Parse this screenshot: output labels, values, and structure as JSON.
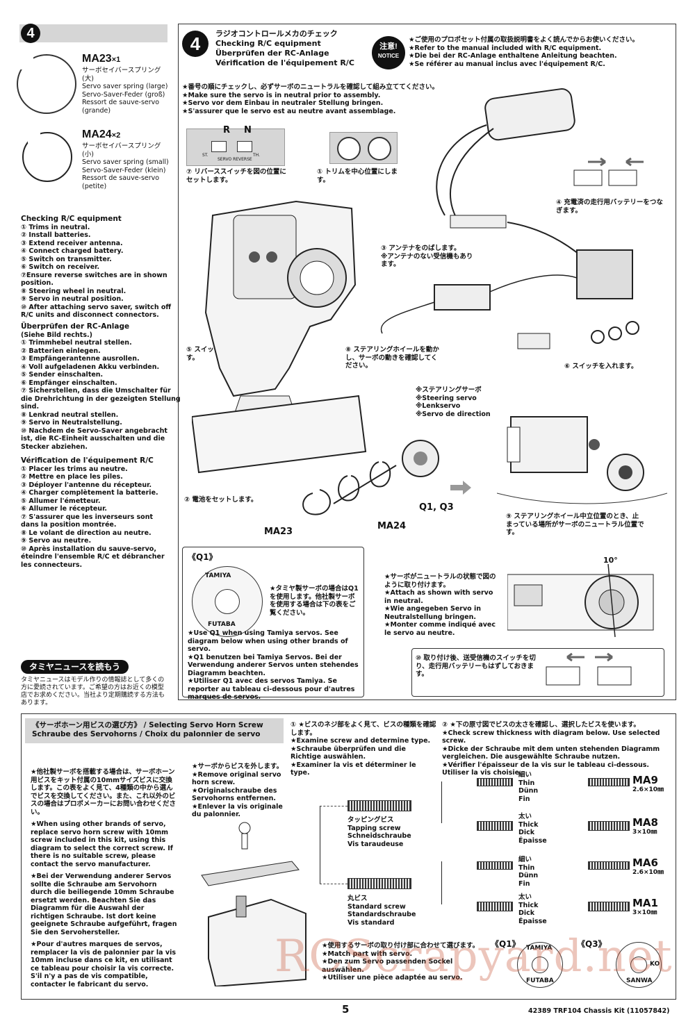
{
  "step": {
    "number": "4",
    "title_jp": "ラジオコントロールメカのチェック",
    "title_en": "Checking R/C equipment",
    "title_de": "Überprüfen der RC-Anlage",
    "title_fr": "Vérification de l'équipement R/C"
  },
  "notice": {
    "badge_top": "注意!",
    "badge_bottom": "NOTICE",
    "lines": [
      "★ご使用のプロポセット付属の取扱説明書をよく読んでからお使いください。",
      "★Refer to the manual included with R/C equipment.",
      "★Die bei der RC-Anlage enthaltene Anleitung beachten.",
      "★Se référer au manual inclus avec l'équipement R/C."
    ]
  },
  "parts": [
    {
      "code": "MA23",
      "qty": "×1",
      "jp": "サーボセイバースプリング (大)",
      "en": "Servo saver spring (large)",
      "de": "Servo-Saver-Feder (groß)",
      "fr": "Ressort de sauve-servo (grande)"
    },
    {
      "code": "MA24",
      "qty": "×2",
      "jp": "サーボセイバースプリング (小)",
      "en": "Servo saver spring (small)",
      "de": "Servo-Saver-Feder (klein)",
      "fr": "Ressort de sauve-servo (petite)"
    }
  ],
  "left_instructions": {
    "en_title": "Checking R/C equipment",
    "en": [
      "① Trims in neutral.",
      "② Install batteries.",
      "③ Extend receiver antenna.",
      "④ Connect charged battery.",
      "⑤ Switch on transmitter.",
      "⑥ Switch on receiver.",
      "⑦Ensure reverse switches are in shown",
      "position.",
      "⑧ Steering wheel in neutral.",
      "⑨ Servo in neutral position.",
      "⑩ After attaching servo saver, switch off",
      "R/C units and disconnect connectors."
    ],
    "de_title": "Überprüfen der RC-Anlage",
    "de": [
      "(Siehe Bild rechts.)",
      "① Trimmhebel neutral stellen.",
      "② Batterien einlegen.",
      "③ Empfängerantenne ausrollen.",
      "④ Voll aufgeladenen Akku verbinden.",
      "⑤ Sender einschalten.",
      "⑥ Empfänger einschalten.",
      "⑦ Sicherstellen, dass die Umschalter für",
      "die Drehrichtung in der gezeigten Stellung",
      "sind.",
      "⑧ Lenkrad neutral stellen.",
      "⑨ Servo in Neutralstellung.",
      "⑩ Nachdem de Servo-Saver angebracht",
      "ist, die RC-Einheit ausschalten und die",
      "Stecker abziehen."
    ],
    "fr_title": "Vérification de l'équipement R/C",
    "fr": [
      "① Placer les trims au neutre.",
      "② Mettre en place les piles.",
      "③ Déployer l'antenne du récepteur.",
      "④ Charger complètement la batterie.",
      "⑤ Allumer l'émetteur.",
      "⑥ Allumer le récepteur.",
      "⑦ S'assurer que les inverseurs sont",
      "dans la position montrée.",
      "⑧ Le volant de direction au neutre.",
      "⑨ Servo au neutre.",
      "⑩ Après installation du sauve-servo,",
      "éteindre l'ensemble R/C et débrancher",
      "les connecteurs."
    ]
  },
  "tamiya_news": {
    "title": "タミヤニュースを読もう",
    "body": "タミヤニュースはモデル作りの情報誌として多くの方に愛読されています。ご希望の方はお近くの模型店でお求めください。当社より定期購読する方法もあります。"
  },
  "main_notes": [
    "★番号の順にチェックし、必ずサーボのニュートラルを確認して組み立ててください。",
    "★Make sure the servo is in neutral prior to assembly.",
    "★Servo vor dem Einbau in neutraler Stellung bringen.",
    "★S'assurer que le servo est au neutre avant assemblage."
  ],
  "switch_panel": {
    "r": "R",
    "n": "N",
    "ch_st": "ST.",
    "ch_th": "TH.",
    "reverse": "SERVO REVERSE"
  },
  "callouts": {
    "c7": "⑦ リバーススイッチを図の位置にセットします。",
    "c1": "① トリムを中心位置にします。",
    "c4": "④ 充電済の走行用バッテリーをつなぎます。",
    "c3a": "③ アンテナをのばします。",
    "c3b": "※アンテナのない受信機もあります。",
    "c5": "⑤ スイッチを入れます。",
    "c8": "⑧ ステアリングホイールを動かし、サーボの動きを確認してください。",
    "c6": "⑥ スイッチを入れます。",
    "c2": "② 電池をセットします。",
    "c9": "⑨ ステアリングホイール中立位置のとき、止まっている場所がサーボのニュートラル位置です。",
    "c10": "⑩ 取り付け後、送受信機のスイッチを切り、走行用バッテリーもはずしておきます。"
  },
  "steering_servo": [
    "※ステアリングサーボ",
    "※Steering servo",
    "※Lenkservo",
    "※Servo de direction"
  ],
  "labels": {
    "ma23": "MA23",
    "ma24": "MA24",
    "q1q3": "Q1, Q3"
  },
  "q1_box": {
    "title": "《Q1》",
    "horn_top": "TAMIYA",
    "horn_bottom": "FUTABA",
    "jp": "★タミヤ製サーボの場合はQ1を使用します。他社製サーボを使用する場合は下の表をご覧ください。",
    "en": "★Use Q1 when using Tamiya servos. See diagram below when using other brands of servo.",
    "de": "★Q1 benutzen bei Tamiya Servos. Bei der Verwendung anderer Servos unten stehendes Diagramm beachten.",
    "fr": "★Utiliser Q1 avec des servos Tamiya. Se reporter au tableau ci-dessous pour d'autres marques de servos."
  },
  "angle": "10°",
  "neutral_note": [
    "★サーボがニュートラルの状態で図のように取り付けます。",
    "★Attach as shown with servo in neutral.",
    "★Wie angegeben Servo in Neutralstellung bringen.",
    "★Monter comme indiqué avec le servo au neutre."
  ],
  "bottom": {
    "title_jp": "《サーボホーン用ビスの選び方》",
    "title_en": "Selecting Servo Horn Screw",
    "title_de": "Schraube des Servohorns",
    "title_fr": "Choix du palonnier de servo",
    "left_jp": "★他社製サーボを搭載する場合は、サーボホーン用ビスをキット付属の10mmサイズビスに交換します。この表をよく見て、4種類の中から選んでビスを交換してください。また、これ以外のビスの場合はプロポメーカーにお問い合わせください。",
    "left_en": "★When using other brands of servo, replace servo horn screw with 10mm screw included in this kit, using this diagram to select the correct screw. If there is no suitable screw, please contact the servo manufacturer.",
    "left_de": "★Bei der Verwendung anderer Servos sollte die Schraube am Servohorn durch die beiliegende 10mm Schraube ersetzt werden. Beachten Sie das Diagramm für die Auswahl der richtigen Schraube. Ist dort keine geeignete Schraube aufgeführt, fragen Sie den Servohersteller.",
    "left_fr": "★Pour d'autres marques de servos, remplacer la vis de palonnier par la vis 10mm incluse dans ce kit, en utilisant ce tableau pour choisir la vis correcte. S'il n'y a pas de vis compatible, contacter le fabricant du servo.",
    "remove": [
      "★サーボからビスを外します。",
      "★Remove original servo horn screw.",
      "★Originalschraube des Servohorns entfernen.",
      "★Enlever la vis originale du palonnier."
    ],
    "step1": [
      "① ★ビスのネジ部をよく見て、ビスの種類を確認します。",
      "★Examine screw and determine type.",
      "★Schraube überprüfen und die Richtige auswählen.",
      "★Examiner la vis et déterminer le type."
    ],
    "step2": [
      "② ★下の原寸図でビスの太さを確認し、選択したビスを使います。",
      "★Check screw thickness with diagram below. Use selected screw.",
      "★Dicke der Schraube mit dem unten stehenden Diagramm vergleichen. Die ausgewählte Schraube nutzen.",
      "★Vérifier l'épaisseur de la vis sur le tableau ci-dessous. Utiliser la vis choisie."
    ],
    "tapping": [
      "タッピングビス",
      "Tapping screw",
      "Schneidschraube",
      "Vis taraudeuse"
    ],
    "standard": [
      "丸ビス",
      "Standard screw",
      "Standardschraube",
      "Vis standard"
    ],
    "thin": [
      "細い",
      "Thin",
      "Dünn",
      "Fin"
    ],
    "thick": [
      "太い",
      "Thick",
      "Dick",
      "Épaisse"
    ],
    "screws": [
      {
        "code": "MA9",
        "size": "2.6×10㎜"
      },
      {
        "code": "MA8",
        "size": "3×10㎜"
      },
      {
        "code": "MA6",
        "size": "2.6×10㎜"
      },
      {
        "code": "MA1",
        "size": "3×10㎜"
      }
    ],
    "match": [
      "★使用するサーボの取り付け部に合わせて選びます。",
      "★Match part with servo.",
      "★Den zum Servo passenden Sockel auswählen.",
      "★Utiliser une pièce adaptée au servo."
    ],
    "q1": "《Q1》",
    "q3": "《Q3》",
    "q3_top": "KO",
    "q3_bottom": "SANWA"
  },
  "footer": {
    "page": "5",
    "kit": "42389  TRF104 Chassis Kit (11057842)"
  },
  "watermark": "RCScrapyard.net"
}
